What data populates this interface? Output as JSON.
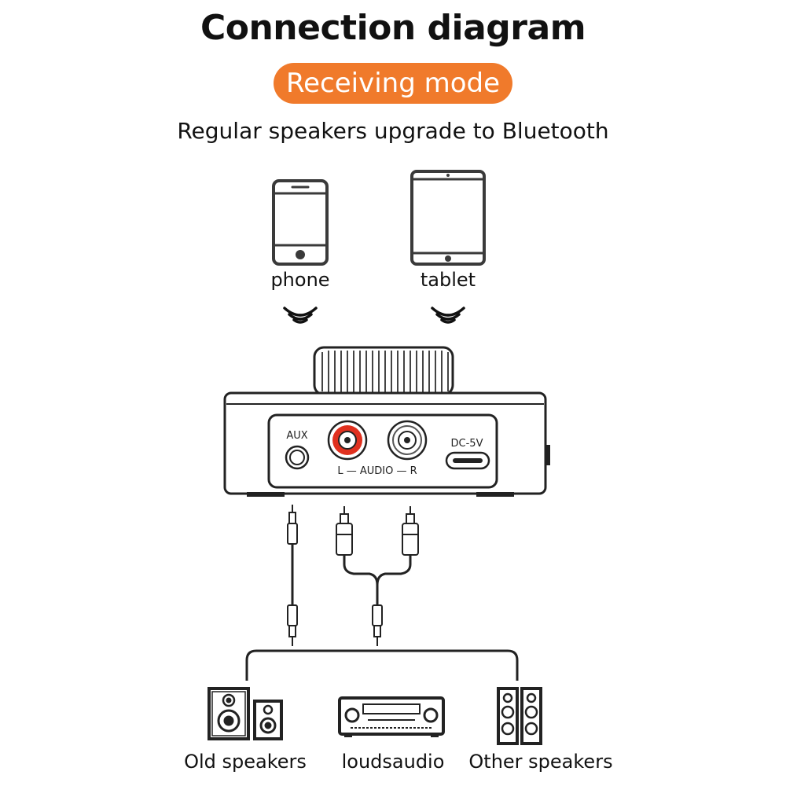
{
  "header": {
    "title": "Connection diagram",
    "mode": "Receiving mode",
    "subtitle": "Regular speakers upgrade to Bluetooth"
  },
  "sources": [
    {
      "label": "phone",
      "icon": "phone-icon"
    },
    {
      "label": "tablet",
      "icon": "tablet-icon"
    }
  ],
  "device": {
    "aux_label": "AUX",
    "audio_label": "L — AUDIO — R",
    "dc_label": "DC-5V"
  },
  "outputs": [
    {
      "label": "Old speakers",
      "icon": "old-speakers-icon"
    },
    {
      "label": "loudsaudio",
      "icon": "amplifier-icon"
    },
    {
      "label": "Other speakers",
      "icon": "tower-speakers-icon"
    }
  ],
  "colors": {
    "accent": "#f07a2b",
    "rca_left": "#e0301e"
  }
}
